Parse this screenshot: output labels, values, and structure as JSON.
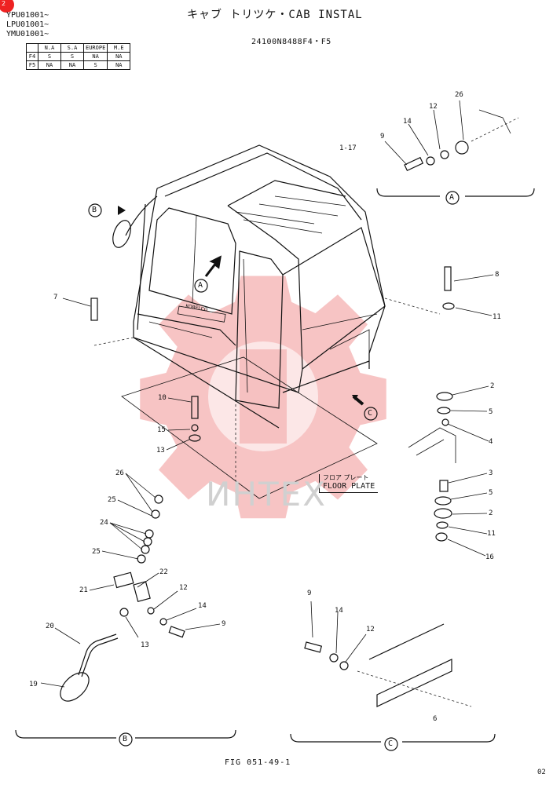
{
  "header": {
    "title": "キャブ トリツケ・CAB INSTAL",
    "model_lines": [
      "YPU01001~",
      "LPU01001~",
      "YMU01001~"
    ],
    "drawing_code": "24100N8488F4・F5",
    "page_badge": "2"
  },
  "applicability_table": {
    "columns": [
      "N.A",
      "S.A",
      "EUROPE",
      "M.E"
    ],
    "rows": [
      {
        "label": "F4",
        "values": [
          "S",
          "S",
          "NA",
          "NA"
        ]
      },
      {
        "label": "F5",
        "values": [
          "NA",
          "NA",
          "S",
          "NA"
        ]
      }
    ]
  },
  "callouts": {
    "a": "A",
    "b": "B",
    "c": "C"
  },
  "part_numbers": {
    "p1_17": "1-17",
    "p2a": "2",
    "p2b": "2",
    "p3": "3",
    "p4": "4",
    "p5a": "5",
    "p5b": "5",
    "p6": "6",
    "p7": "7",
    "p8": "8",
    "p9a": "9",
    "p9b": "9",
    "p9c": "9",
    "p10": "10",
    "p11a": "11",
    "p11b": "11",
    "p12a": "12",
    "p12b": "12",
    "p12c": "12",
    "p13a": "13",
    "p13b": "13",
    "p14a": "14",
    "p14b": "14",
    "p14c": "14",
    "p15": "15",
    "p16": "16",
    "p19": "19",
    "p20": "20",
    "p21": "21",
    "p22": "22",
    "p24": "24",
    "p25a": "25",
    "p25b": "25",
    "p26a": "26",
    "p26b": "26"
  },
  "floor_plate": {
    "jp": "フロア プレート",
    "en": "FLOOR PLATE"
  },
  "cab_brand": "KOBELCO",
  "watermark": "ИНТЕХ",
  "footer": {
    "fig": "FIG 051-49-1",
    "page_suffix": "02"
  }
}
